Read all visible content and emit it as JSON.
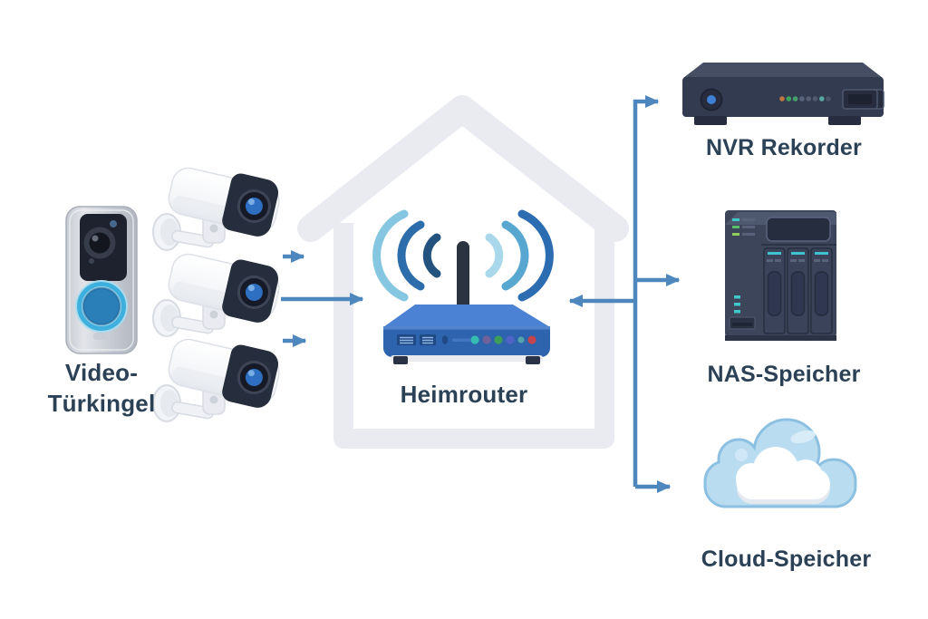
{
  "labels": {
    "doorbell_line1": "Video-",
    "doorbell_line2": "Türkingel",
    "router": "Heimrouter",
    "nvr": "NVR Rekorder",
    "nas": "NAS-Speicher",
    "cloud": "Cloud-Speicher"
  },
  "icons": [
    "doorbell-icon",
    "security-camera-icon",
    "house-outline-icon",
    "wifi-waves-icon",
    "router-icon",
    "nvr-recorder-icon",
    "nas-storage-icon",
    "cloud-storage-icon",
    "flow-arrow-icon"
  ],
  "connections": [
    {
      "from": "doorbell-and-cameras",
      "to": "router",
      "arrow": "right"
    },
    {
      "from": "trunk-line",
      "to": "nvr",
      "arrow": "right"
    },
    {
      "from": "trunk-line",
      "to": "nas",
      "arrow": "right"
    },
    {
      "from": "trunk-line",
      "to": "router",
      "arrow": "left"
    },
    {
      "from": "trunk-line",
      "to": "cloud",
      "arrow": "right"
    }
  ],
  "colors": {
    "background": "#ffffff",
    "arrow": "#4d87bd",
    "house_outline": "#e9ebf1",
    "label_text": "#2b4156",
    "router_top": "#4b82d4",
    "router_front": "#2e63ad",
    "device_dark": "#333b50",
    "nas_body": "#3c4559",
    "cloud_fill": "#b9dcf0",
    "cloud_edge": "#8cc0e2",
    "doorbell_ring": "#3fb0de",
    "lens_blue": "#2f6fc2"
  }
}
